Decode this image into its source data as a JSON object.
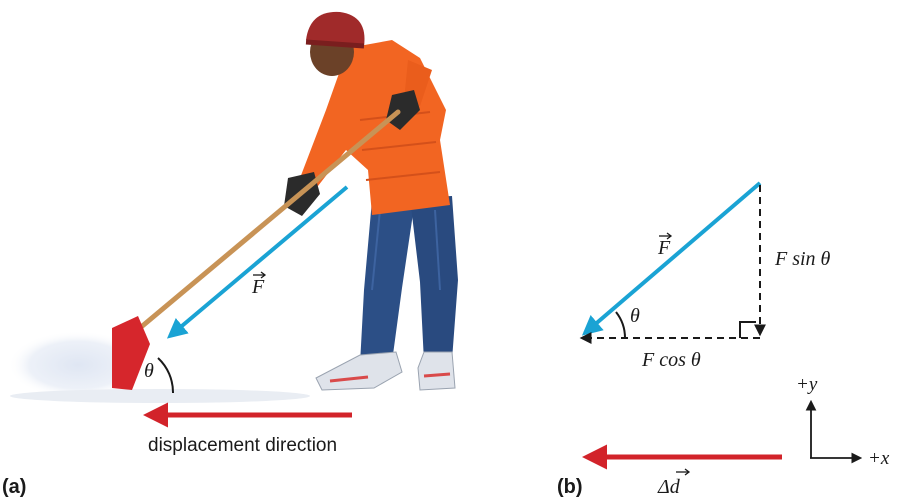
{
  "panel_a": {
    "label": "(a)",
    "force_label": "F",
    "angle_label": "θ",
    "displacement_label": "displacement direction"
  },
  "panel_b": {
    "label": "(b)",
    "force_label": "F",
    "angle_label": "θ",
    "sin_component_label": "F sin θ",
    "cos_component_label": "F cos θ",
    "displacement_label": "Δd",
    "axis_y_label": "+y",
    "axis_x_label": "+x"
  },
  "colors": {
    "force_arrow": "#1aa3d4",
    "displacement_arrow": "#d2232a",
    "jacket": "#f26522",
    "jeans": "#2c4f86",
    "shovel_blade": "#d6262c",
    "shovel_handle": "#c89356",
    "hat": "#a02a2a"
  }
}
